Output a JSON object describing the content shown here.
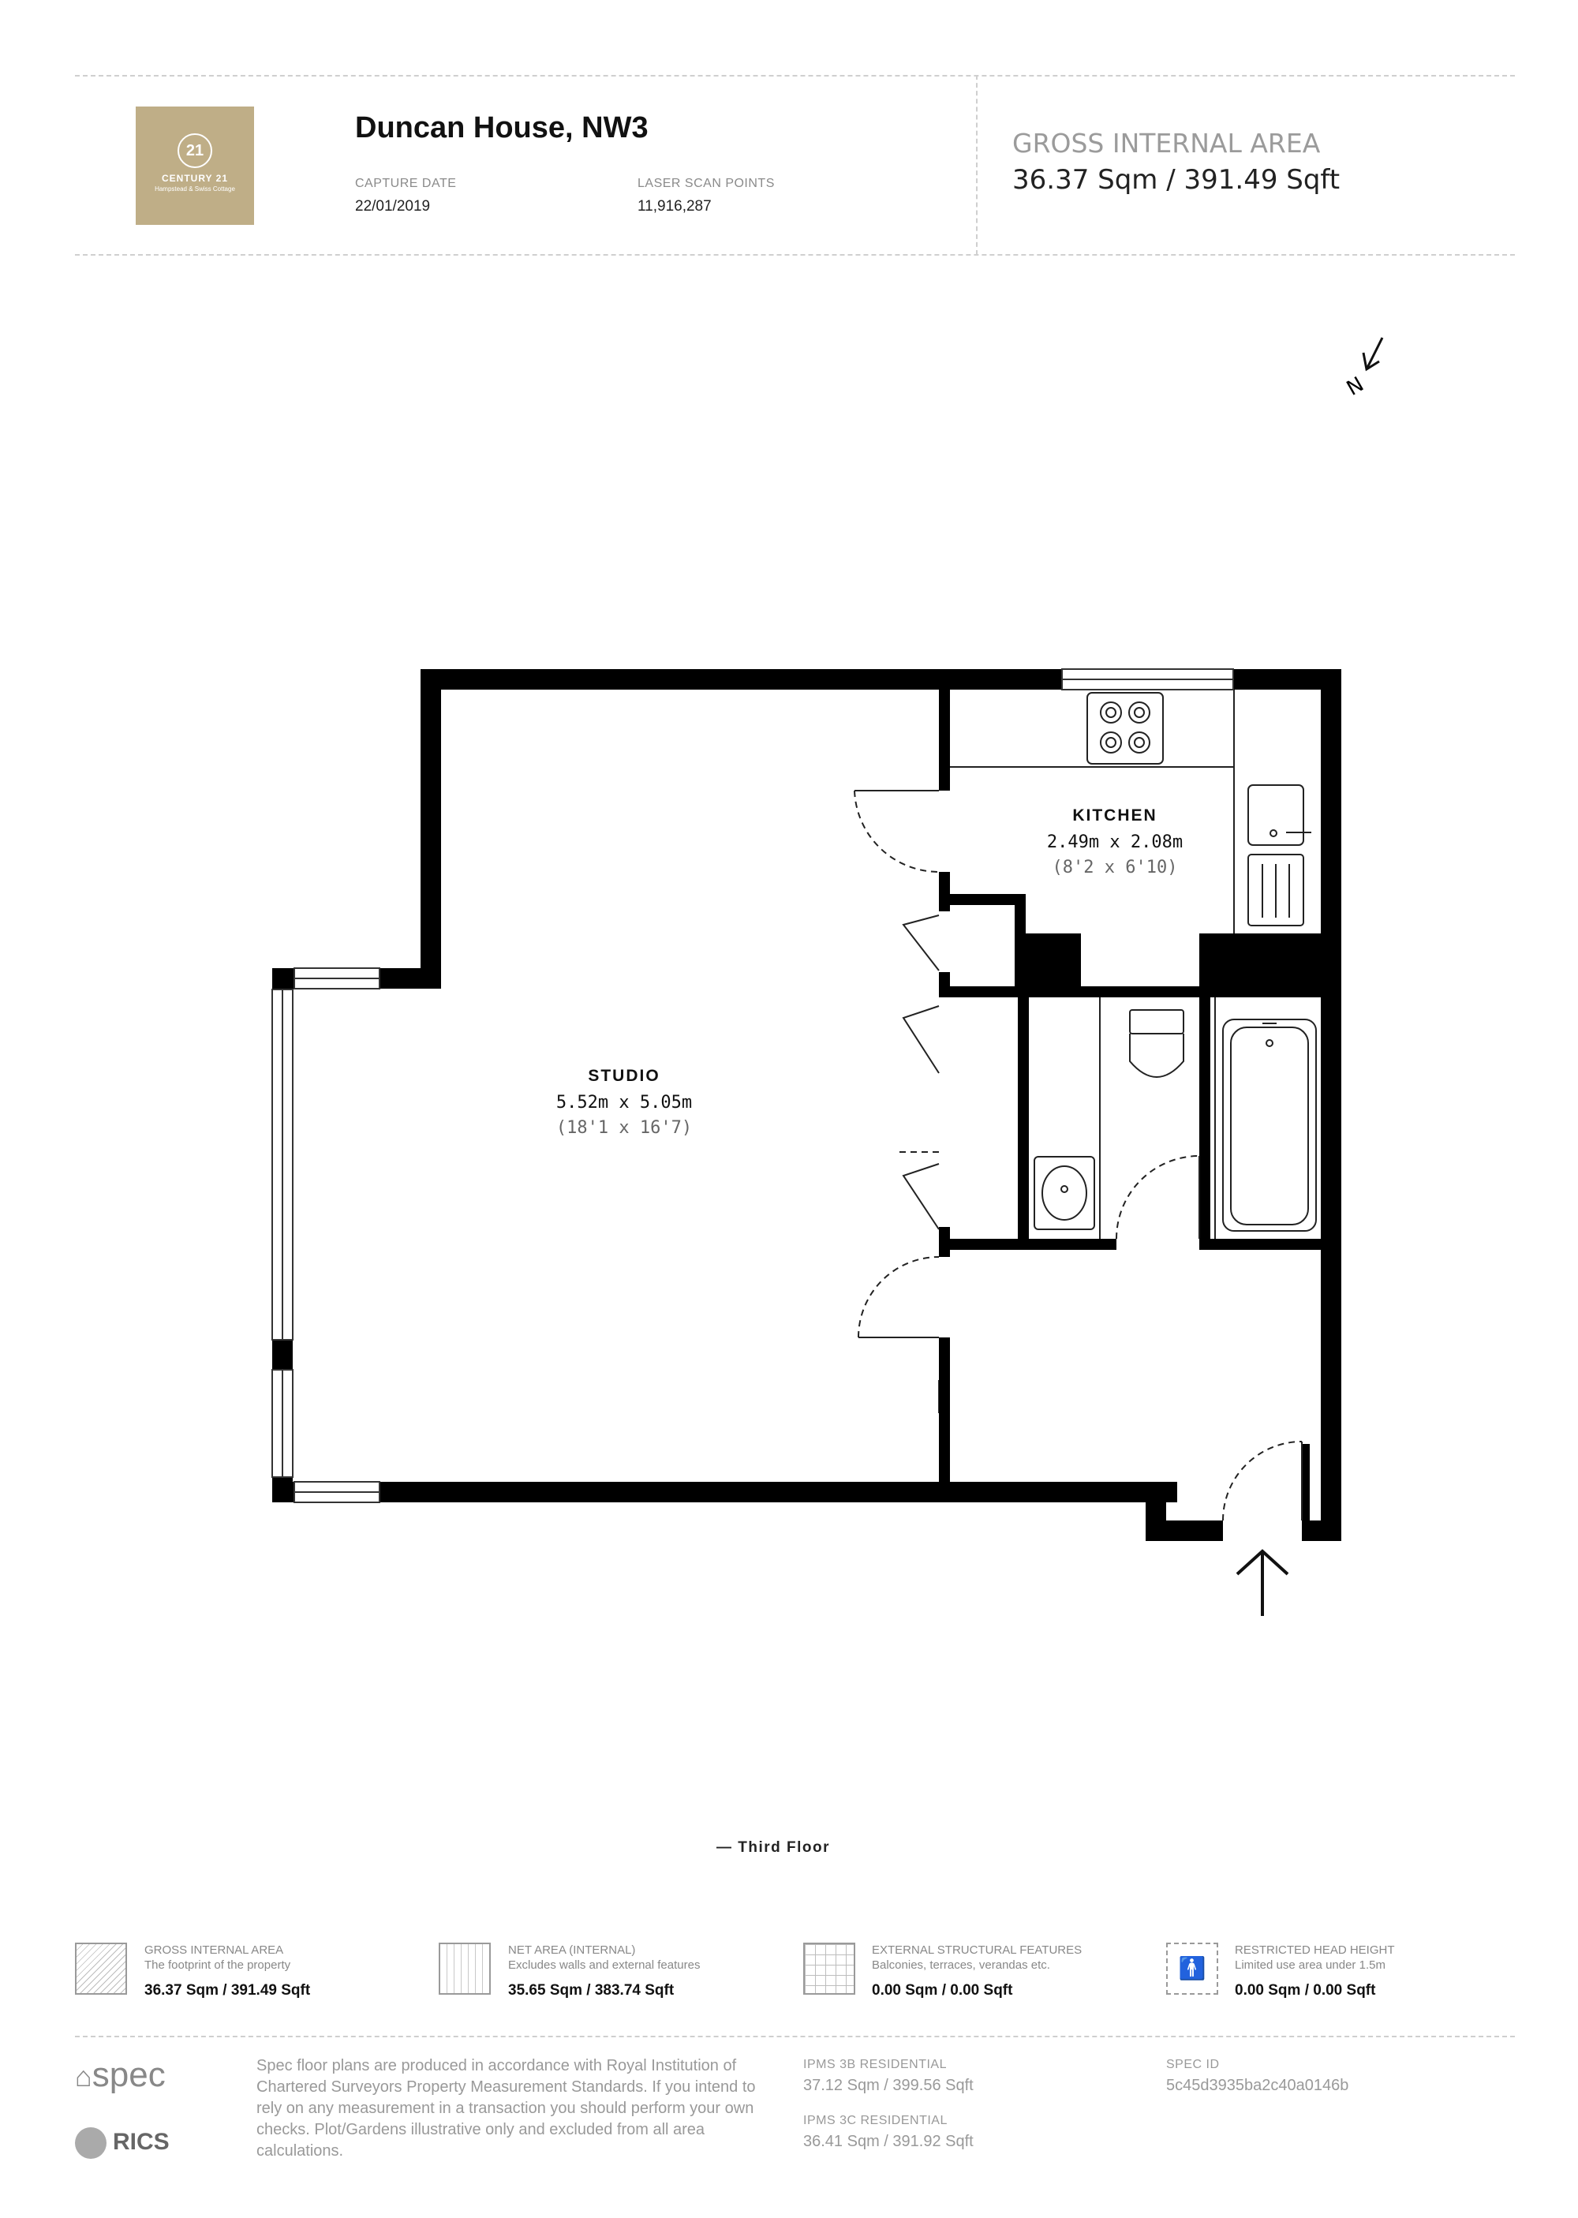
{
  "header": {
    "brand": {
      "number": "21",
      "name": "CENTURY 21",
      "subtitle": "Hampstead & Swiss Cottage"
    },
    "title": "Duncan House, NW3",
    "capture_date_label": "CAPTURE DATE",
    "capture_date": "22/01/2019",
    "scan_points_label": "LASER SCAN POINTS",
    "scan_points": "11,916,287",
    "gia_label": "GROSS INTERNAL AREA",
    "gia_value": "36.37 Sqm / 391.49 Sqft"
  },
  "compass": {
    "letter": "N"
  },
  "rooms": [
    {
      "name": "KITCHEN",
      "metric": "2.49m x 2.08m",
      "imperial": "(8'2 x 6'10)"
    },
    {
      "name": "STUDIO",
      "metric": "5.52m x 5.05m",
      "imperial": "(18'1 x 16'7)"
    }
  ],
  "floor_label": "—  Third Floor",
  "legend": [
    {
      "icon": "hatched-area-icon",
      "title": "GROSS INTERNAL AREA",
      "desc": "The footprint of the property",
      "value": "36.37 Sqm / 391.49 Sqft"
    },
    {
      "icon": "net-area-icon",
      "title": "NET AREA (INTERNAL)",
      "desc": "Excludes walls and external features",
      "value": "35.65 Sqm / 383.74 Sqft"
    },
    {
      "icon": "grid-icon",
      "title": "EXTERNAL STRUCTURAL FEATURES",
      "desc": "Balconies, terraces, verandas etc.",
      "value": "0.00 Sqm / 0.00 Sqft"
    },
    {
      "icon": "head-height-icon",
      "title": "RESTRICTED HEAD HEIGHT",
      "desc": "Limited use area under 1.5m",
      "value": "0.00 Sqm / 0.00 Sqft"
    }
  ],
  "footer": {
    "spec_logo": "spec",
    "rics_logo": "RICS",
    "disclaimer": "Spec floor plans are produced in accordance with Royal Institution of Chartered Surveyors Property Measurement Standards. If you intend to rely on any measurement in a transaction you should perform your own checks. Plot/Gardens illustrative only and excluded from all area calculations.",
    "ipms_3b_label": "IPMS 3B RESIDENTIAL",
    "ipms_3b_value": "37.12 Sqm / 399.56 Sqft",
    "ipms_3c_label": "IPMS 3C RESIDENTIAL",
    "ipms_3c_value": "36.41 Sqm / 391.92 Sqft",
    "spec_id_label": "SPEC ID",
    "spec_id_value": "5c45d3935ba2c40a0146b"
  }
}
